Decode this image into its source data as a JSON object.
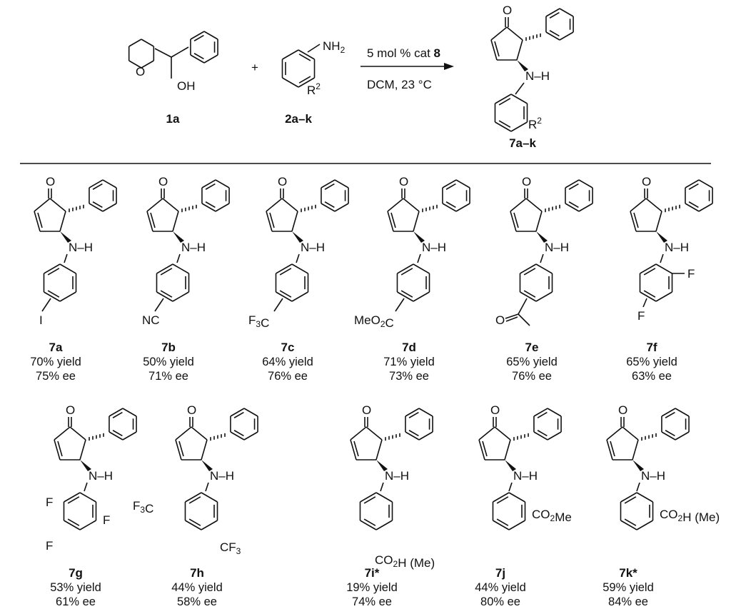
{
  "reaction": {
    "reactant1": {
      "label": "1a",
      "atoms": [
        "O",
        "OH"
      ]
    },
    "plus": "+",
    "reactant2": {
      "label": "2a–k",
      "atoms": [
        "NH",
        "2",
        "R",
        "2"
      ]
    },
    "conditions_line1_pre": "5 mol % cat ",
    "conditions_line1_bold": "8",
    "conditions_line2": "DCM, 23 °C",
    "product": {
      "label": "7a–k",
      "atoms": [
        "O",
        "N–H",
        "R",
        "2"
      ]
    }
  },
  "products": [
    {
      "label": "7a",
      "yield": "70% yield",
      "ee": "75% ee",
      "subst": "I"
    },
    {
      "label": "7b",
      "yield": "50% yield",
      "ee": "71% ee",
      "subst": "NC"
    },
    {
      "label": "7c",
      "yield": "64% yield",
      "ee": "76% ee",
      "subst": "F3C"
    },
    {
      "label": "7d",
      "yield": "71% yield",
      "ee": "73% ee",
      "subst": "MeO2C"
    },
    {
      "label": "7e",
      "yield": "65% yield",
      "ee": "76% ee",
      "subst": "O"
    },
    {
      "label": "7f",
      "yield": "65% yield",
      "ee": "63% ee",
      "subst": "F, F"
    },
    {
      "label": "7g",
      "yield": "53% yield",
      "ee": "61% ee",
      "subst": "F, F, F"
    },
    {
      "label": "7h",
      "yield": "44% yield",
      "ee": "58% ee",
      "subst": "F3C, CF3"
    },
    {
      "label": "7i*",
      "yield": "19% yield",
      "ee": "74% ee",
      "subst": "CO2H (Me)"
    },
    {
      "label": "7j",
      "yield": "44% yield",
      "ee": "80% ee",
      "subst": "CO2Me"
    },
    {
      "label": "7k*",
      "yield": "59% yield",
      "ee": "84% ee",
      "subst": "CO2H (Me)"
    }
  ],
  "common_atoms": {
    "ketone_O": "O",
    "amine": "N–H"
  }
}
